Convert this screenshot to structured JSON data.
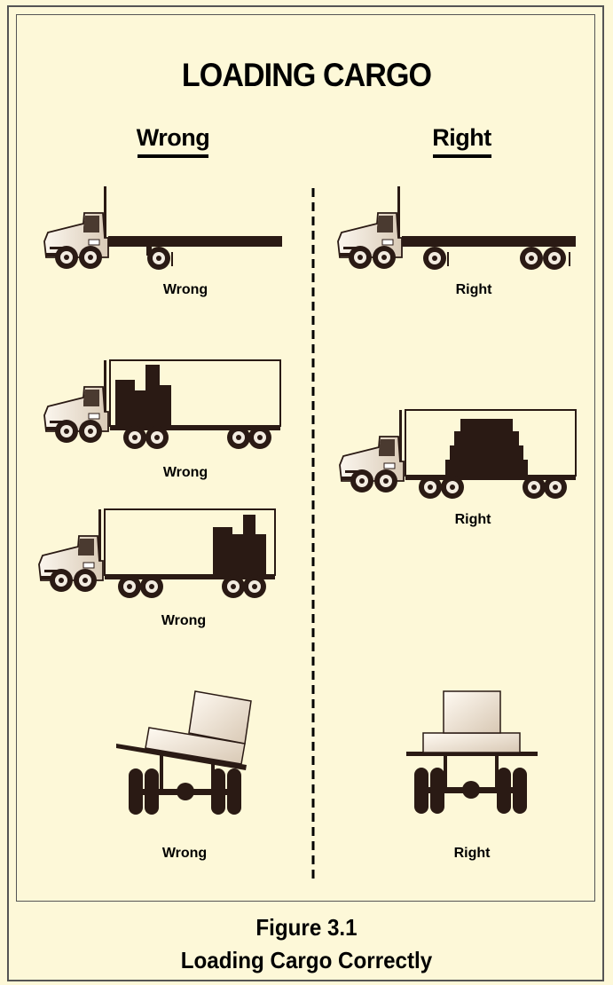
{
  "title": "LOADING CARGO",
  "columns": {
    "wrong": "Wrong",
    "right": "Right"
  },
  "captions": {
    "flatbed_wrong": "Wrong",
    "flatbed_right": "Right",
    "trailer_front_wrong": "Wrong",
    "trailer_center_right": "Right",
    "trailer_rear_wrong": "Wrong",
    "axle_wrong": "Wrong",
    "axle_right": "Right"
  },
  "figure": {
    "number": "Figure 3.1",
    "caption": "Loading Cargo Correctly"
  },
  "colors": {
    "background": "#fdf8d8",
    "cargo": "#2a1a14",
    "cab": "#efe4d4",
    "ink": "#000000"
  }
}
